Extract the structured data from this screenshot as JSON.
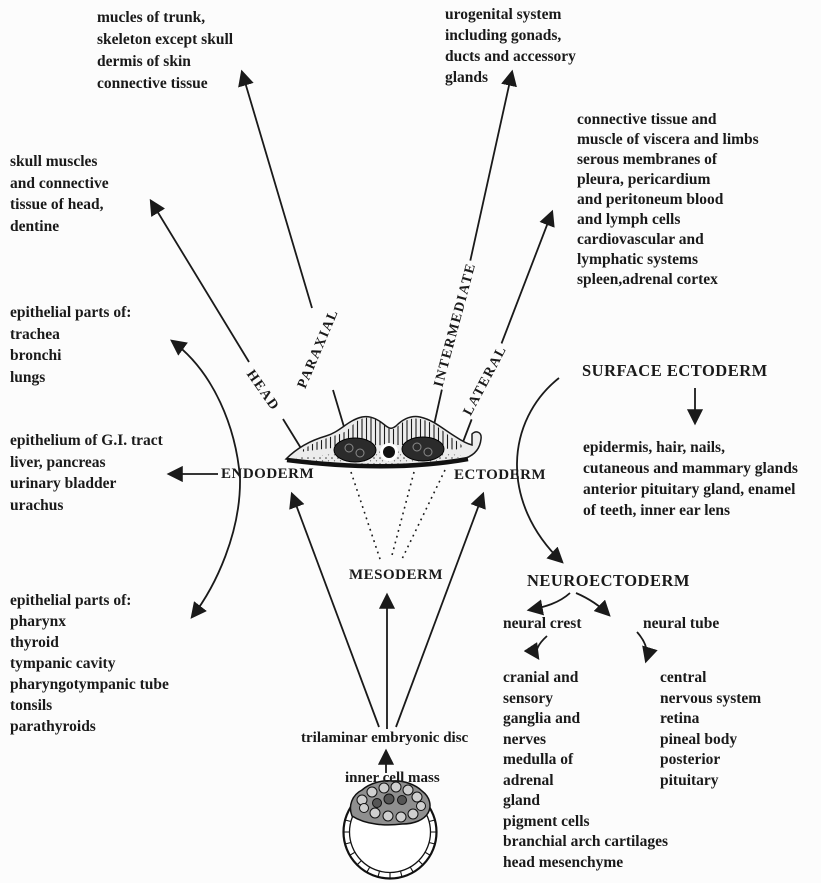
{
  "colors": {
    "ink": "#1a1a1a",
    "background": "#fcfcfc"
  },
  "center": {
    "head": "HEAD",
    "paraxial": "PARAXIAL",
    "intermediate": "INTERMEDIATE",
    "lateral": "LATERAL",
    "endoderm": "ENDODERM",
    "ectoderm": "ECTODERM",
    "mesoderm": "MESODERM"
  },
  "right": {
    "surface_ectoderm": "SURFACE ECTODERM",
    "neuroectoderm": "NEUROECTODERM",
    "neural_crest": "neural crest",
    "neural_tube": "neural tube"
  },
  "bottom": {
    "trilaminar": "trilaminar embryonic disc",
    "inner_cell_mass": "inner cell mass"
  },
  "blocks": {
    "trunk": [
      "mucles of trunk,",
      "skeleton except skull",
      "dermis of skin",
      "connective tissue"
    ],
    "urogenital": [
      "urogenital system",
      "including gonads,",
      "ducts and accessory",
      "glands"
    ],
    "viscera": [
      "connective tissue and",
      "muscle of viscera and limbs",
      "serous membranes of",
      "pleura, pericardium",
      "and peritoneum blood",
      "and lymph cells",
      "cardiovascular and",
      "lymphatic systems",
      "spleen,adrenal cortex"
    ],
    "skull": [
      "skull muscles",
      "and connective",
      "tissue of head,",
      "dentine"
    ],
    "trachea": [
      "epithelial parts of:",
      "trachea",
      "bronchi",
      "lungs"
    ],
    "gi": [
      "epithelium of G.I. tract",
      "liver, pancreas",
      "urinary bladder",
      "urachus"
    ],
    "pharynx": [
      "epithelial parts of:",
      "pharynx",
      "thyroid",
      "tympanic cavity",
      "pharyngotympanic tube",
      "tonsils",
      "parathyroids"
    ],
    "epidermis": [
      "epidermis, hair, nails,",
      "cutaneous and mammary glands",
      "anterior pituitary gland, enamel",
      "of teeth, inner ear lens"
    ],
    "neural_crest_derivatives": [
      "cranial and",
      "sensory",
      "ganglia and",
      "nerves",
      "medulla of",
      "adrenal",
      "gland",
      "pigment cells",
      "branchial arch cartilages",
      "head mesenchyme"
    ],
    "neural_tube_derivatives": [
      "central",
      "nervous system",
      "retina",
      "pineal body",
      "posterior",
      "pituitary"
    ]
  }
}
